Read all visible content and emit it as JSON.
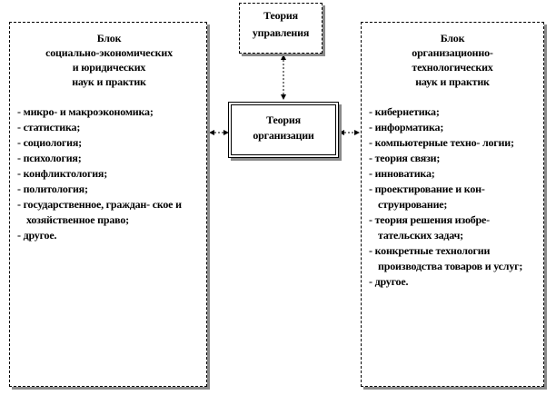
{
  "top": {
    "title_lines": [
      "Теория",
      "управления"
    ]
  },
  "center": {
    "title_lines": [
      "Теория",
      "организации"
    ]
  },
  "left": {
    "title_lines": [
      "Блок",
      "социально-экономических",
      "и  юридических",
      "наук  и  практик"
    ],
    "items": [
      "- микро- и макроэкономика;",
      "- статистика;",
      "- социология;",
      "- психология;",
      "- конфликтология;",
      "- политология;",
      "- государственное,  граждан-   ское  и  хозяйственное   право;",
      "- другое."
    ]
  },
  "right": {
    "title_lines": [
      "Блок",
      "организационно-",
      "технологических",
      "наук  и  практик"
    ],
    "items": [
      "- кибернетика;",
      "- информатика;",
      "- компьютерные  техно-   логии;",
      "- теория  связи;",
      "- инноватика;",
      "- проектирование  и  кон-   струирование;",
      "- теория  решения  изобре-   тательских  задач;",
      "- конкретные  технологии   производства  товаров   и  услуг;",
      "- другое."
    ]
  }
}
